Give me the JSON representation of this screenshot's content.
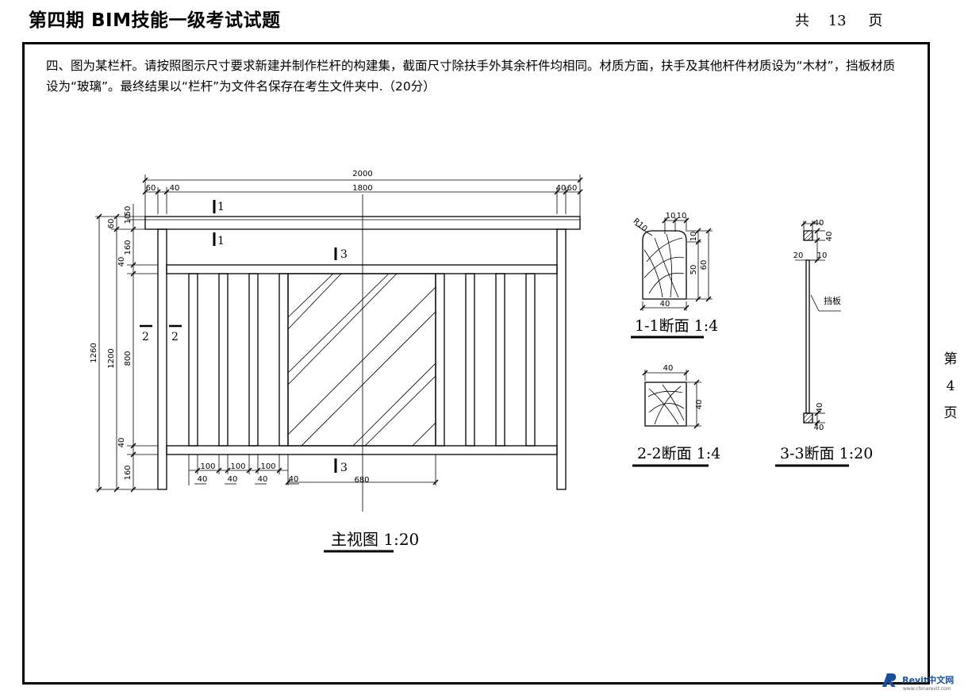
{
  "header": {
    "title": "第四期 BIM技能一级考试试题",
    "total_prefix": "共",
    "total_pages": "13",
    "total_suffix": "页"
  },
  "question": {
    "text": "四、图为某栏杆。请按照图示尺寸要求新建并制作栏杆的构建集，截面尺寸除扶手外其余杆件均相同。材质方面，扶手及其他杆件材质设为“木材”，挡板材质设为“玻璃”。最终结果以“栏杆”为文件名保存在考生文件夹中.（20分）"
  },
  "side_page": {
    "prefix": "第",
    "number": "4",
    "suffix": "页"
  },
  "main_view": {
    "title": "主视图 1:20",
    "dims_top": {
      "total": "2000",
      "inner": "1800",
      "left_a": "60",
      "left_b": "40",
      "right_a": "40",
      "right_b": "60"
    },
    "dims_left": {
      "d60": "60",
      "d50": "50",
      "d10": "10",
      "d40a": "40",
      "d160a": "160",
      "d1200": "1200",
      "d1260": "1260",
      "d800": "800",
      "d40b": "40",
      "d160b": "160"
    },
    "dims_bottom": {
      "s100a": "100",
      "s100b": "100",
      "s100c": "100",
      "w40a": "40",
      "w40b": "40",
      "w40c": "40",
      "w40d": "40",
      "glass": "680"
    },
    "section_marks": {
      "s1": "1",
      "s2": "2",
      "s3": "3"
    }
  },
  "section_1": {
    "title": "1-1断面 1:4",
    "r": "R10",
    "w10a": "10",
    "w10b": "10",
    "h10": "10",
    "h50": "50",
    "h60": "60",
    "w40": "40"
  },
  "section_2": {
    "title": "2-2断面 1:4",
    "w40": "40",
    "h40": "40"
  },
  "section_3": {
    "title": "3-3断面 1:20",
    "t40": "40",
    "t40v": "40",
    "d20": "20",
    "d10": "10",
    "b40a": "40",
    "b40b": "40",
    "label": "挡板"
  },
  "watermark": {
    "text": "Revit中文网",
    "sub": "www.chinarevit.com"
  }
}
